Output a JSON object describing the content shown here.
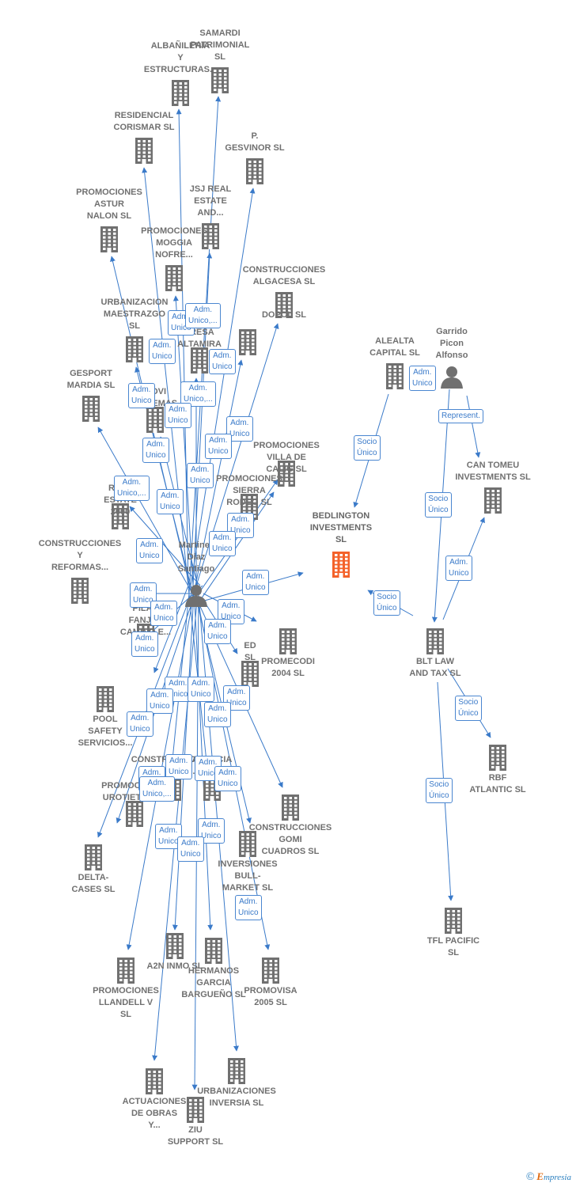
{
  "colors": {
    "edge": "#3a7ac9",
    "building": "#707070",
    "focus": "#f4622a",
    "badge_text": "#3a7ac9",
    "label": "#707070"
  },
  "nodes": [
    {
      "id": "albanileria",
      "label": "ALBAÑILERIA\nY\nESTRUCTURAS...",
      "icon": "building-icon",
      "focus": false
    },
    {
      "id": "samardi",
      "label": "SAMARDI\nPATRIMONIAL\nSL",
      "icon": "building-icon",
      "focus": false
    },
    {
      "id": "residencial",
      "label": "RESIDENCIAL\nCORISMAR SL",
      "icon": "building-icon",
      "focus": false
    },
    {
      "id": "pgesvinor",
      "label": "P.\nGESVINOR SL",
      "icon": "building-icon",
      "focus": false
    },
    {
      "id": "astur",
      "label": "PROMOCIONES\nASTUR\nNALON SL",
      "icon": "building-icon",
      "focus": false
    },
    {
      "id": "jsj",
      "label": "JSJ REAL\nESTATE\nAND...",
      "icon": "building-icon",
      "focus": false
    },
    {
      "id": "moggia",
      "label": "PROMOCIONES\nMOGGIA\nNOFRE...",
      "icon": "building-icon",
      "focus": false
    },
    {
      "id": "algacesa",
      "label": "CONSTRUCCIONES\nALGACESA SL",
      "icon": "building-icon",
      "focus": false
    },
    {
      "id": "maestrazgo",
      "label": "URBANIZACION\nMAESTRAZGO\nSL",
      "icon": "building-icon",
      "focus": false
    },
    {
      "id": "dopol",
      "label": "DOPOL SL",
      "icon": "building-icon",
      "focus": false
    },
    {
      "id": "altamira",
      "label": "FRESA\nALTAMIRA",
      "icon": "building-icon",
      "focus": false
    },
    {
      "id": "gesport",
      "label": "GESPORT\nMARDIA SL",
      "icon": "building-icon",
      "focus": false
    },
    {
      "id": "movi",
      "label": "MOVI\nSISTEMAS",
      "icon": "building-icon",
      "focus": false
    },
    {
      "id": "villacalig",
      "label": "PROMOCIONES\nVILLA DE\nCALIG SL",
      "icon": "building-icon",
      "focus": false
    },
    {
      "id": "sierrarodeo",
      "label": "PROMOCIONES\nSIERRA\nRODEO SL",
      "icon": "building-icon",
      "focus": false
    },
    {
      "id": "realestate",
      "label": "REAL\nESTATE\n2000",
      "icon": "building-icon",
      "focus": false
    },
    {
      "id": "reformas",
      "label": "CONSTRUCCIONES\nY\nREFORMAS...",
      "icon": "building-icon",
      "focus": false
    },
    {
      "id": "person_main",
      "label": "Martinez\nDiaz\nSantiago",
      "icon": "person-icon",
      "focus": false
    },
    {
      "id": "bedlington",
      "label": "BEDLINGTON\nINVESTMENTS\nSL",
      "icon": "building-icon",
      "focus": true
    },
    {
      "id": "alealta",
      "label": "ALEALTA\nCAPITAL SL",
      "icon": "building-icon",
      "focus": false
    },
    {
      "id": "garrido",
      "label": "Garrido\nPicon\nAlfonso",
      "icon": "person-icon",
      "focus": false
    },
    {
      "id": "cantomeu",
      "label": "CAN TOMEU\nINVESTMENTS SL",
      "icon": "building-icon",
      "focus": false
    },
    {
      "id": "bltlaw",
      "label": "BLT LAW\nAND TAX SL",
      "icon": "building-icon",
      "focus": false
    },
    {
      "id": "rbf",
      "label": "RBF\nATLANTIC SL",
      "icon": "building-icon",
      "focus": false
    },
    {
      "id": "tfl",
      "label": "TFL PACIFIC\nSL",
      "icon": "building-icon",
      "focus": false
    },
    {
      "id": "pilar",
      "label": "PILAR\nFANJUL\nCAMINO E...",
      "icon": "building-icon",
      "focus": false
    },
    {
      "id": "promecodi",
      "label": "PROMECODI\n2004 SL",
      "icon": "building-icon",
      "focus": false
    },
    {
      "id": "ed",
      "label": "ED\nSL",
      "icon": "building-icon",
      "focus": false
    },
    {
      "id": "pool",
      "label": "POOL\nSAFETY\nSERVICIOS...",
      "icon": "building-icon",
      "focus": false
    },
    {
      "id": "construcciones_mid",
      "label": "CONSTRUCCIONES\nMORCIGO...",
      "icon": "building-icon",
      "focus": false
    },
    {
      "id": "gencia",
      "label": "AGENCIA\nH...",
      "icon": "building-icon",
      "focus": false
    },
    {
      "id": "gomi",
      "label": "CONSTRUCCIONES\nGOMI\nCUADROS SL",
      "icon": "building-icon",
      "focus": false
    },
    {
      "id": "urotietar",
      "label": "PROMOCIONES\nUROTIETAR SL",
      "icon": "building-icon",
      "focus": false
    },
    {
      "id": "delta",
      "label": "DELTA-\nCASES SL",
      "icon": "building-icon",
      "focus": false
    },
    {
      "id": "bullmarket",
      "label": "INVERSIONES\nBULL-\nMARKET SL",
      "icon": "building-icon",
      "focus": false
    },
    {
      "id": "a2n",
      "label": "A2N INMO SL",
      "icon": "building-icon",
      "focus": false
    },
    {
      "id": "garcia",
      "label": "HERMANOS\nGARCIA\nBARGUEÑO SL",
      "icon": "building-icon",
      "focus": false
    },
    {
      "id": "llandell",
      "label": "PROMOCIONES\nLLANDELL V\nSL",
      "icon": "building-icon",
      "focus": false
    },
    {
      "id": "promovisa",
      "label": "PROMOVISA\n2005 SL",
      "icon": "building-icon",
      "focus": false
    },
    {
      "id": "actuaciones",
      "label": "ACTUACIONES\nDE OBRAS\nY...",
      "icon": "building-icon",
      "focus": false
    },
    {
      "id": "inversia",
      "label": "URBANIZACIONES\nINVERSIA SL",
      "icon": "building-icon",
      "focus": false
    },
    {
      "id": "ziu",
      "label": "ZIU\nSUPPORT SL",
      "icon": "building-icon",
      "focus": false
    }
  ],
  "edges": [
    {
      "from": "person_main",
      "to": "albanileria",
      "label": ""
    },
    {
      "from": "person_main",
      "to": "samardi",
      "label": ""
    },
    {
      "from": "person_main",
      "to": "residencial",
      "label": ""
    },
    {
      "from": "person_main",
      "to": "pgesvinor",
      "label": ""
    },
    {
      "from": "person_main",
      "to": "astur",
      "label": ""
    },
    {
      "from": "person_main",
      "to": "jsj",
      "label": ""
    },
    {
      "from": "person_main",
      "to": "moggia",
      "label": ""
    },
    {
      "from": "person_main",
      "to": "algacesa",
      "label": ""
    },
    {
      "from": "person_main",
      "to": "maestrazgo",
      "label": ""
    },
    {
      "from": "person_main",
      "to": "dopol",
      "label": ""
    },
    {
      "from": "person_main",
      "to": "altamira",
      "label": ""
    },
    {
      "from": "person_main",
      "to": "gesport",
      "label": ""
    },
    {
      "from": "person_main",
      "to": "movi",
      "label": ""
    },
    {
      "from": "person_main",
      "to": "villacalig",
      "label": ""
    },
    {
      "from": "person_main",
      "to": "sierrarodeo",
      "label": ""
    },
    {
      "from": "person_main",
      "to": "realestate",
      "label": ""
    },
    {
      "from": "person_main",
      "to": "reformas",
      "label": ""
    },
    {
      "from": "person_main",
      "to": "bedlington",
      "label": ""
    },
    {
      "from": "person_main",
      "to": "pilar",
      "label": ""
    },
    {
      "from": "person_main",
      "to": "promecodi",
      "label": ""
    },
    {
      "from": "person_main",
      "to": "ed",
      "label": ""
    },
    {
      "from": "person_main",
      "to": "pool",
      "label": ""
    },
    {
      "from": "person_main",
      "to": "construcciones_mid",
      "label": ""
    },
    {
      "from": "person_main",
      "to": "gencia",
      "label": ""
    },
    {
      "from": "person_main",
      "to": "gomi",
      "label": ""
    },
    {
      "from": "person_main",
      "to": "urotietar",
      "label": ""
    },
    {
      "from": "person_main",
      "to": "delta",
      "label": ""
    },
    {
      "from": "person_main",
      "to": "bullmarket",
      "label": ""
    },
    {
      "from": "person_main",
      "to": "a2n",
      "label": ""
    },
    {
      "from": "person_main",
      "to": "garcia",
      "label": ""
    },
    {
      "from": "person_main",
      "to": "llandell",
      "label": ""
    },
    {
      "from": "person_main",
      "to": "promovisa",
      "label": ""
    },
    {
      "from": "person_main",
      "to": "actuaciones",
      "label": ""
    },
    {
      "from": "person_main",
      "to": "inversia",
      "label": ""
    },
    {
      "from": "person_main",
      "to": "ziu",
      "label": ""
    },
    {
      "from": "alealta",
      "to": "bedlington",
      "label": ""
    },
    {
      "from": "garrido",
      "to": "cantomeu",
      "label": ""
    },
    {
      "from": "garrido",
      "to": "bltlaw",
      "label": ""
    },
    {
      "from": "bltlaw",
      "to": "bedlington",
      "label": ""
    },
    {
      "from": "bltlaw",
      "to": "cantomeu",
      "label": ""
    },
    {
      "from": "bltlaw",
      "to": "rbf",
      "label": ""
    },
    {
      "from": "bltlaw",
      "to": "tfl",
      "label": ""
    }
  ],
  "badges": [
    "Adm.\nUnico",
    "Adm.\nUnico,...",
    "Adm.\nUnico",
    "Adm.\nUnico",
    "Adm.\nUnico",
    "Adm.\nUnico,...",
    "Adm.\nUnico",
    "Adm.\nUnico",
    "Adm.\nUnico",
    "Adm.\nUnico",
    "Adm.\nUnico",
    "Adm.\nUnico,...",
    "Adm.\nUnico",
    "Adm.\nUnico",
    "Adm.\nUnico",
    "Adm.\nUnico",
    "Adm.\nUnico",
    "Adm.\nUnico",
    "Adm.\nUnico",
    "Adm.\nUnico",
    "Adm.\nUnico",
    "Adm.\nUnico",
    "Adm.\nUnico",
    "Adm.\nUnico",
    "Adm.\nUnico",
    "Adm.\nUnico",
    "Adm.\nUnico",
    "Adm.\nUnico",
    "Adm.\nUnico",
    "Adm.\nUnico",
    "Adm.\nUnico",
    "Adm.\nUnico,...",
    "Adm.\nUnico",
    "Adm.\nUnico",
    "Adm.\nUnico",
    "Adm.\nUnico",
    "Adm.\nUnico",
    "Adm.\nUnico",
    "Represent.",
    "Socio\nÚnico",
    "Socio\nÚnico",
    "Adm.\nUnico",
    "Socio\nÚnico",
    "Socio\nÚnico",
    "Socio\nÚnico"
  ],
  "brand": {
    "copyright": "©",
    "name_initial": "E",
    "name_rest": "mpresia"
  }
}
